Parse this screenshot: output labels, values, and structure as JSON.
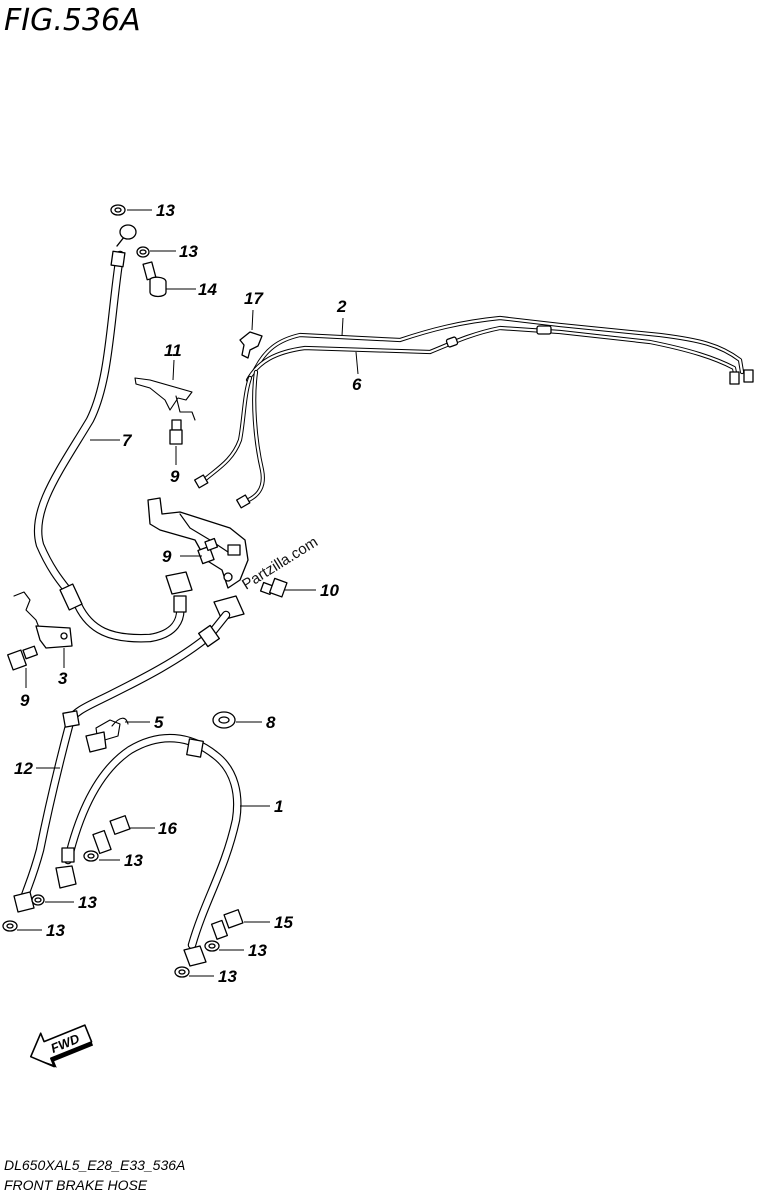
{
  "figure": {
    "title": "FIG.536A",
    "code": "DL650XAL5_E28_E33_536A",
    "name": "FRONT BRAKE HOSE",
    "watermark": "Partzilla.com",
    "fwd_label": "FWD"
  },
  "callouts": [
    {
      "id": "c13a",
      "label": "13"
    },
    {
      "id": "c13b",
      "label": "13"
    },
    {
      "id": "c14",
      "label": "14"
    },
    {
      "id": "c17",
      "label": "17"
    },
    {
      "id": "c2",
      "label": "2"
    },
    {
      "id": "c11",
      "label": "11"
    },
    {
      "id": "c6",
      "label": "6"
    },
    {
      "id": "c7",
      "label": "7"
    },
    {
      "id": "c9a",
      "label": "9"
    },
    {
      "id": "c9b",
      "label": "9"
    },
    {
      "id": "c10",
      "label": "10"
    },
    {
      "id": "c3",
      "label": "3"
    },
    {
      "id": "c9c",
      "label": "9"
    },
    {
      "id": "c5",
      "label": "5"
    },
    {
      "id": "c8",
      "label": "8"
    },
    {
      "id": "c12",
      "label": "12"
    },
    {
      "id": "c1",
      "label": "1"
    },
    {
      "id": "c16",
      "label": "16"
    },
    {
      "id": "c13c",
      "label": "13"
    },
    {
      "id": "c13d",
      "label": "13"
    },
    {
      "id": "c15",
      "label": "15"
    },
    {
      "id": "c13e",
      "label": "13"
    },
    {
      "id": "c13f",
      "label": "13"
    },
    {
      "id": "c13g",
      "label": "13"
    }
  ]
}
